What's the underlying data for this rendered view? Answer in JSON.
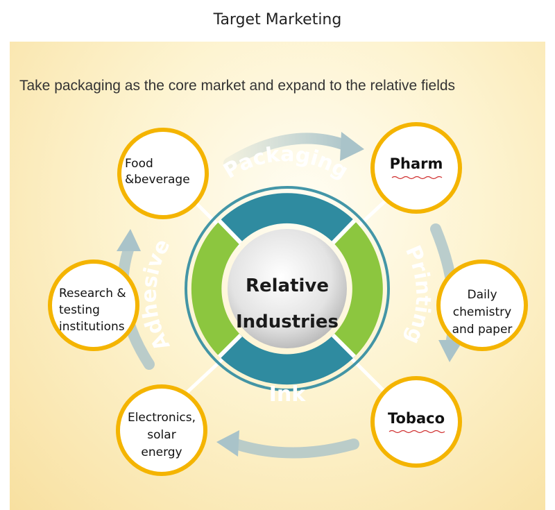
{
  "title": "Target Marketing",
  "subtitle": "Take packaging as the core market and expand to the relative fields",
  "center": {
    "line1": "Relative",
    "line2": "Industries"
  },
  "ring": {
    "top": "Packaging",
    "right": "Printing",
    "bottom": "Ink",
    "left": "Adhesive"
  },
  "nodes": {
    "food": [
      "Food",
      "&beverage"
    ],
    "pharm": [
      "Pharm"
    ],
    "daily": [
      "Daily",
      "chemistry",
      "and paper"
    ],
    "tobaco": [
      "Tobaco"
    ],
    "electronics": [
      "Electronics,",
      "solar",
      "energy"
    ],
    "research": [
      "Research &",
      "testing",
      "institutions"
    ]
  },
  "colors": {
    "teal": "#2f8ba0",
    "green": "#8cc63f",
    "node_border": "#f4b400",
    "arrow": "#a9c3c9"
  }
}
